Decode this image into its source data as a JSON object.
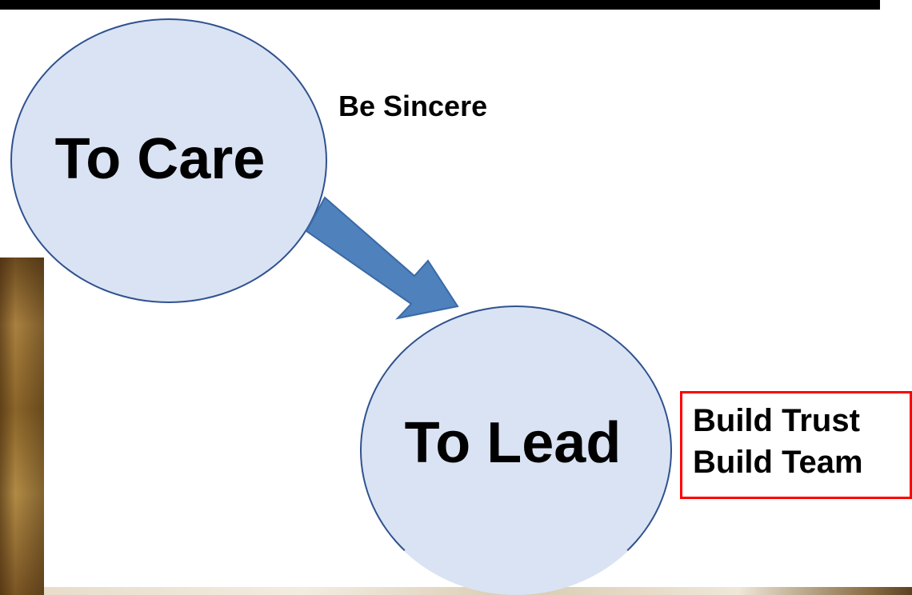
{
  "diagram": {
    "nodes": [
      {
        "id": "care",
        "label": "To Care"
      },
      {
        "id": "lead",
        "label": "To Lead"
      }
    ],
    "edges": [
      {
        "from": "care",
        "to": "lead"
      }
    ],
    "annotations": {
      "care": "Be Sincere",
      "lead": [
        "Build Trust",
        "Build Team"
      ]
    }
  },
  "colors": {
    "circle_fill": "#dae3f3",
    "circle_stroke": "#2f528f",
    "arrow_fill": "#4f81bd",
    "highlight_box": "#ff0000",
    "top_rule": "#000000"
  }
}
